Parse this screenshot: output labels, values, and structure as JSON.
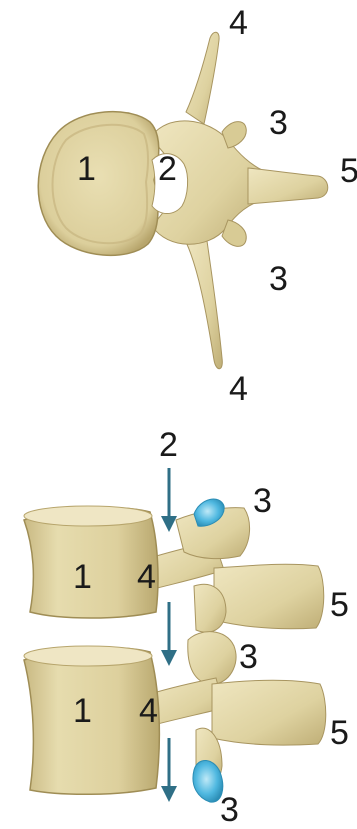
{
  "colors": {
    "bone": "#e2d7a6",
    "bone_shadow": "#c3b27a",
    "bone_dark": "#9f8d55",
    "bone_light": "#f0e8c4",
    "cartilage": "#4fb8e0",
    "arrow": "#2f6f86",
    "label": "#1a1a1a"
  },
  "top_view": {
    "labels": {
      "body": "1",
      "canal": "2",
      "facet_upper": "3",
      "facet_lower": "3",
      "transverse_upper": "4",
      "transverse_lower": "4",
      "spinous": "5"
    }
  },
  "side_view": {
    "labels": {
      "canal_top": "2",
      "facet_top": "3",
      "facet_middle": "3",
      "facet_bottom": "3",
      "body_upper": "1",
      "body_lower": "1",
      "pedicle_upper": "4",
      "pedicle_lower": "4",
      "spinous_upper": "5",
      "spinous_lower": "5"
    },
    "arrow_icons": [
      "arrow-down-icon",
      "arrow-down-icon",
      "arrow-down-icon"
    ]
  }
}
